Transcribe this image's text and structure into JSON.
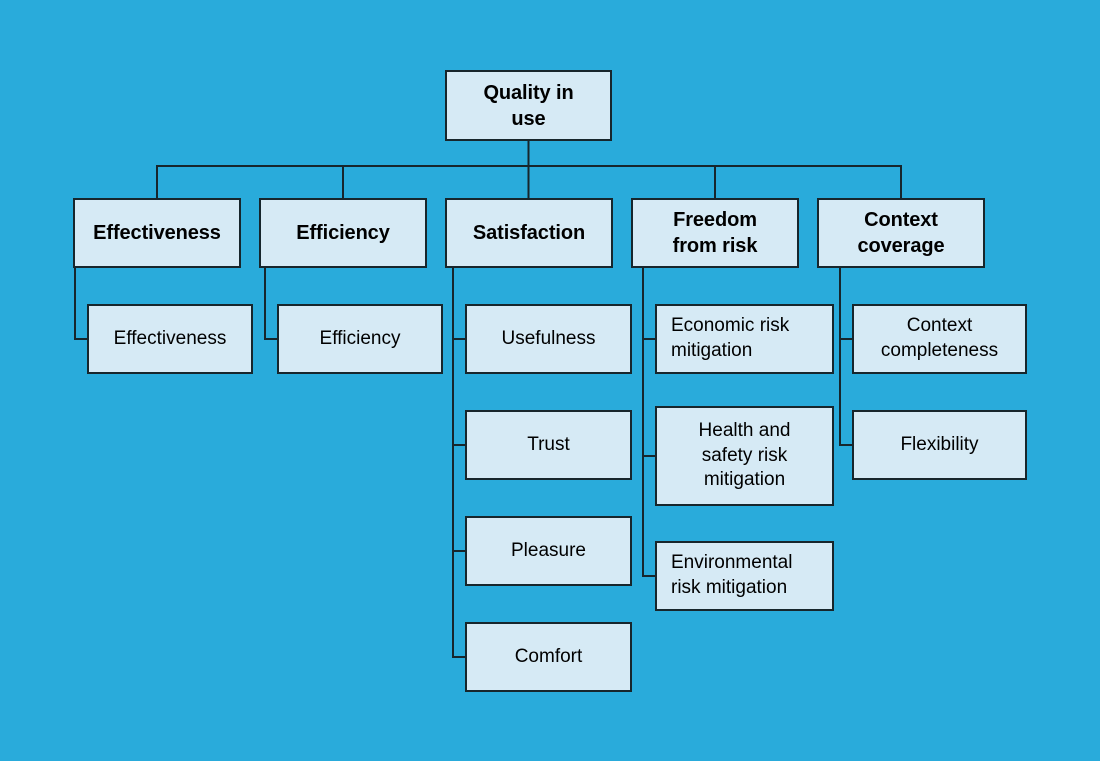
{
  "diagram": {
    "title_root": "Quality in\nuse",
    "background_color": "#29abdb",
    "node_fill_color": "#d6eaf5",
    "node_border_color": "#17262c",
    "text_color": "#000000"
  },
  "nodes": {
    "root": {
      "label": "Quality in use"
    },
    "categories": [
      {
        "label": "Effectiveness"
      },
      {
        "label": "Efficiency"
      },
      {
        "label": "Satisfaction"
      },
      {
        "label": "Freedom\nfrom risk"
      },
      {
        "label": "Context\ncoverage"
      }
    ],
    "effectiveness_children": [
      {
        "label": "Effectiveness"
      }
    ],
    "efficiency_children": [
      {
        "label": "Efficiency"
      }
    ],
    "satisfaction_children": [
      {
        "label": "Usefulness"
      },
      {
        "label": "Trust"
      },
      {
        "label": "Pleasure"
      },
      {
        "label": "Comfort"
      }
    ],
    "freedom_from_risk_children": [
      {
        "label": "Economic risk\nmitigation"
      },
      {
        "label": "Health and\nsafety risk\nmitigation"
      },
      {
        "label": "Environmental\nrisk mitigation"
      }
    ],
    "context_coverage_children": [
      {
        "label": "Context\ncompleteness"
      },
      {
        "label": "Flexibility"
      }
    ]
  }
}
